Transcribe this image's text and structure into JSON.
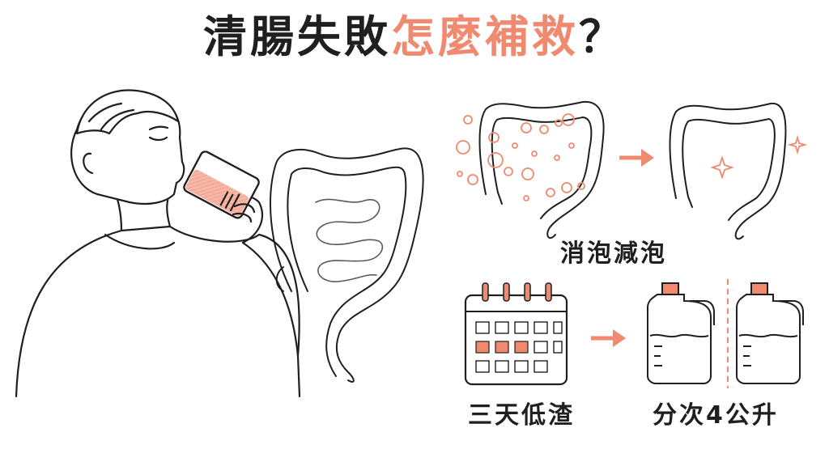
{
  "title": {
    "main": "清腸失敗",
    "accent": "怎麼補救",
    "mark": "？"
  },
  "labels": {
    "defoam": "消泡減泡",
    "low_residue": "三天低渣",
    "split_dose": "分次4公升"
  },
  "colors": {
    "accent": "#ef8a70",
    "ink": "#1f1f1f",
    "fill_soft": "#f6b7a6"
  },
  "icons": [
    "drinking-man",
    "large-intestine",
    "calendar-icon",
    "arrow-icon",
    "bottle-icon",
    "sparkle-icon"
  ]
}
